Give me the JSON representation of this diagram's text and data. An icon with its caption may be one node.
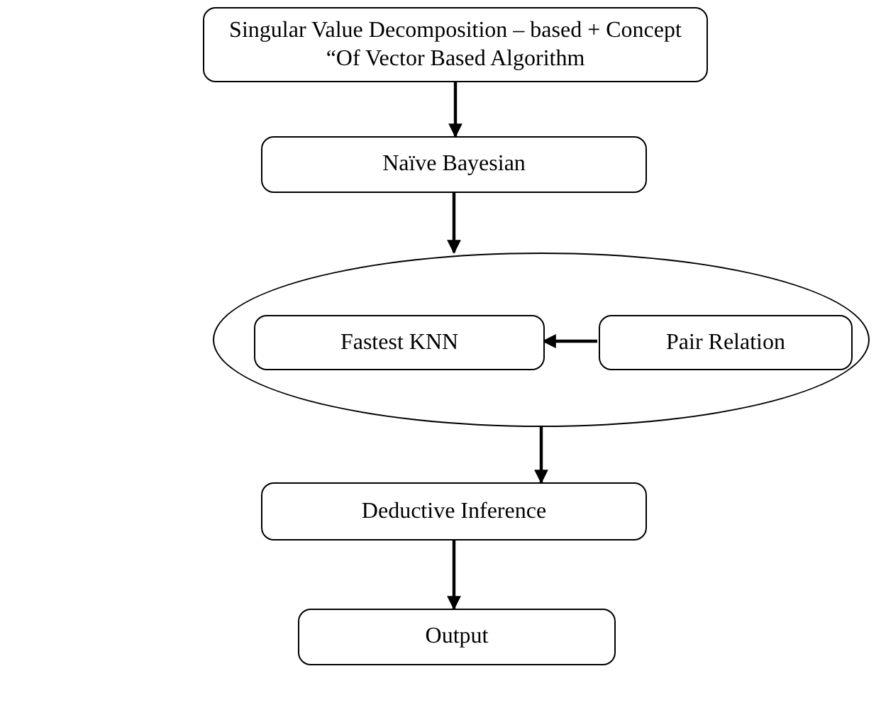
{
  "diagram": {
    "nodes": [
      {
        "text": [
          "Singular Value Decomposition – based + Concept “Of Vector Based Algorithm"
        ]
      },
      {
        "text": [
          "Naïve Bayesian"
        ]
      },
      {
        "text": [],
        "shape": "ellipse"
      },
      {
        "text": [
          "Fastest KNN"
        ],
        "in": 2
      },
      {
        "text": [
          "Pair Relation"
        ],
        "in": 2
      },
      {
        "text": [
          "Deductive Inference"
        ]
      },
      {
        "text": [
          "Output"
        ]
      }
    ],
    "edges": [
      {
        "from": 0,
        "to": 1,
        "arrow": "to"
      },
      {
        "from": 1,
        "to": 2,
        "arrow": "to"
      },
      {
        "from": 4,
        "to": 3,
        "arrow": "to"
      },
      {
        "from": 2,
        "to": 5,
        "arrow": "to"
      },
      {
        "from": 5,
        "to": 6,
        "arrow": "to"
      }
    ]
  }
}
